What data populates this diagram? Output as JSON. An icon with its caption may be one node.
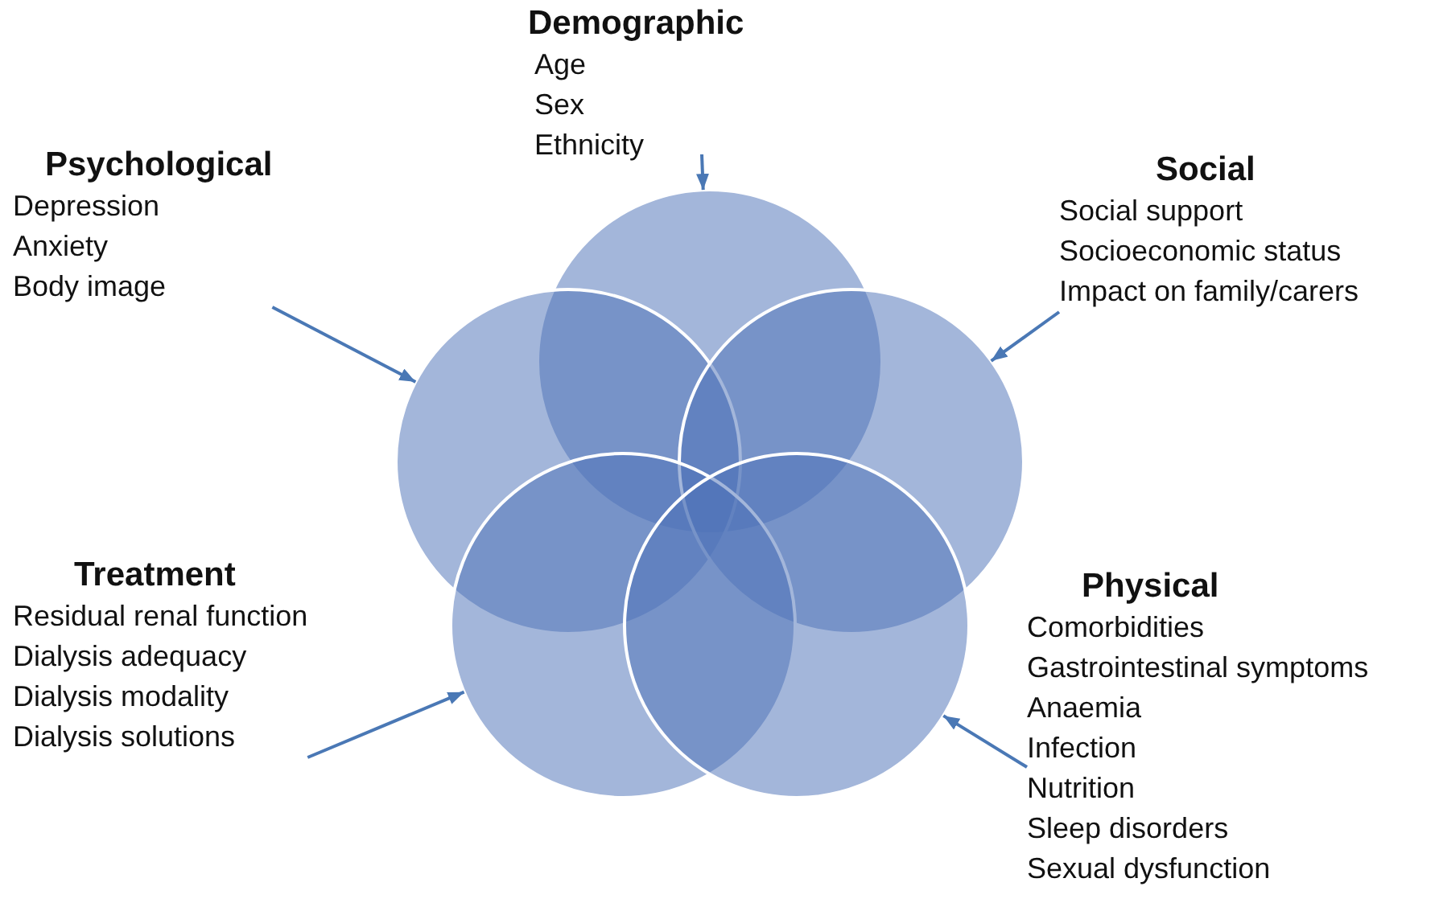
{
  "diagram": {
    "nodes": [
      {
        "text": [
          "Demographic",
          "Age",
          "Sex",
          "Ethnicity"
        ]
      },
      {
        "text": [
          "Psychological",
          "Depression",
          "Anxiety",
          "Body image"
        ]
      },
      {
        "text": [
          "Social",
          "Social support",
          "Socioeconomic status",
          "Impact on family/carers"
        ]
      },
      {
        "text": [
          "Treatment",
          "Residual renal function",
          "Dialysis adequacy",
          "Dialysis modality",
          "Dialysis solutions"
        ]
      },
      {
        "text": [
          "Physical",
          "Comorbidities",
          "Gastrointestinal symptoms",
          "Anaemia",
          "Infection",
          "Nutrition",
          "Sleep disorders",
          "Sexual dysfunction"
        ]
      },
      {
        "text": [],
        "shape": "circle"
      },
      {
        "text": [],
        "shape": "circle"
      },
      {
        "text": [],
        "shape": "circle"
      },
      {
        "text": [],
        "shape": "circle"
      },
      {
        "text": [],
        "shape": "circle"
      }
    ],
    "edges": [
      {
        "from": 0,
        "to": 5,
        "arrow": "to"
      },
      {
        "from": 1,
        "to": 6,
        "arrow": "to"
      },
      {
        "from": 2,
        "to": 7,
        "arrow": "to"
      },
      {
        "from": 3,
        "to": 8,
        "arrow": "to"
      },
      {
        "from": 4,
        "to": 9,
        "arrow": "to"
      }
    ]
  }
}
